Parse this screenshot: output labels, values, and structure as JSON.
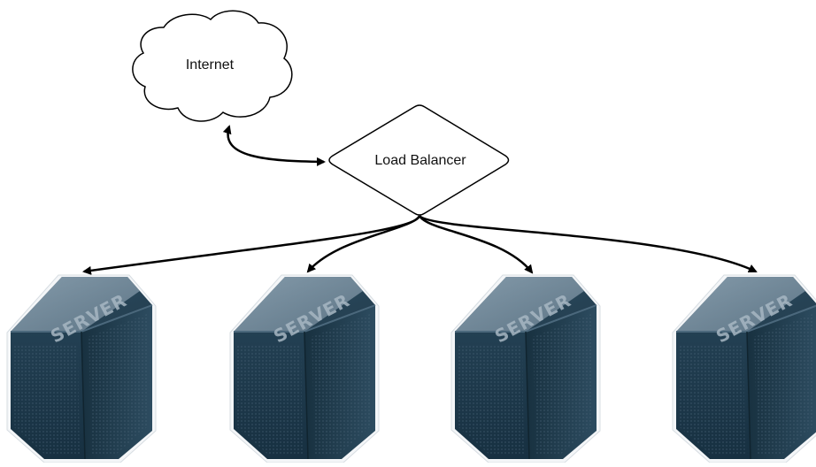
{
  "diagram": {
    "nodes": {
      "internet": {
        "label": "Internet",
        "shape": "cloud"
      },
      "load_balancer": {
        "label": "Load Balancer",
        "shape": "diamond"
      }
    },
    "servers": [
      {
        "id": "server-1",
        "label": "SERVER"
      },
      {
        "id": "server-2",
        "label": "SERVER"
      },
      {
        "id": "server-3",
        "label": "SERVER"
      },
      {
        "id": "server-4",
        "label": "SERVER"
      }
    ],
    "edges": [
      {
        "from": "internet",
        "to": "load_balancer",
        "direction": "both"
      },
      {
        "from": "load_balancer",
        "to": "server-1",
        "direction": "forward"
      },
      {
        "from": "load_balancer",
        "to": "server-2",
        "direction": "forward"
      },
      {
        "from": "load_balancer",
        "to": "server-3",
        "direction": "forward"
      },
      {
        "from": "load_balancer",
        "to": "server-4",
        "direction": "forward"
      }
    ],
    "colors": {
      "line": "#000000",
      "server_front": "#2c4a5d",
      "server_side": "#1d3545",
      "server_band": "#7e95a6"
    }
  }
}
